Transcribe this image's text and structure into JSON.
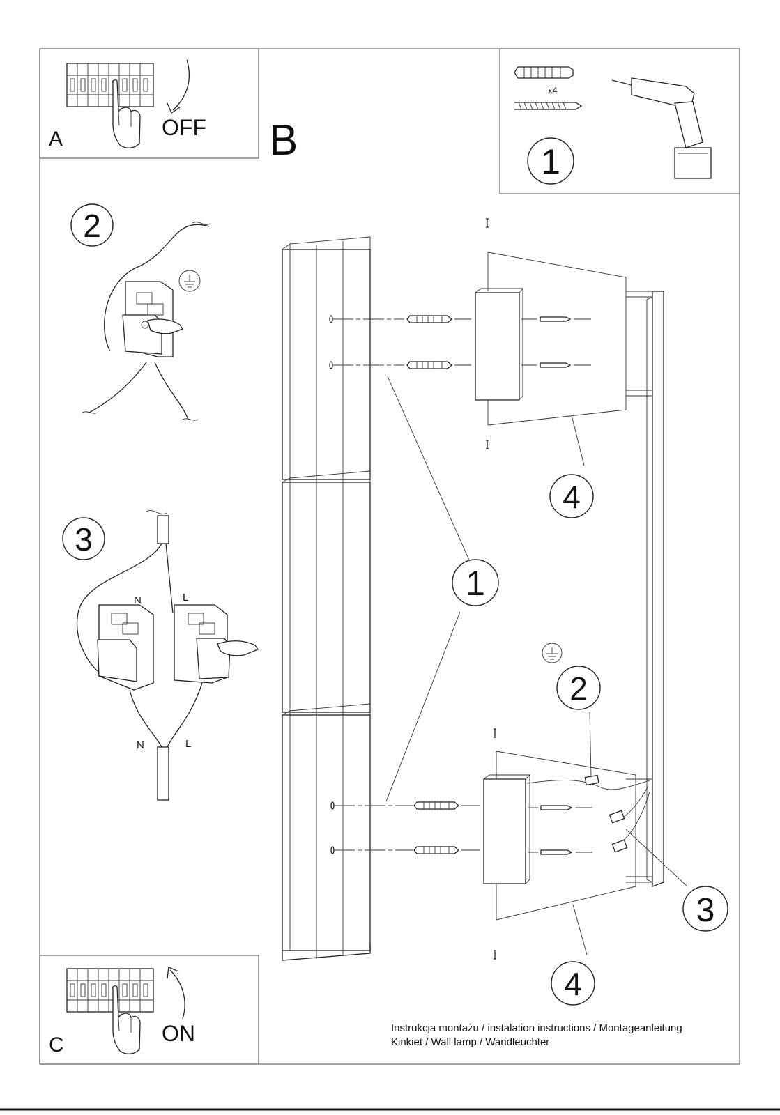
{
  "panels": {
    "a": {
      "letter": "A",
      "action": "OFF"
    },
    "b": {
      "letter": "B"
    },
    "c": {
      "letter": "C",
      "action": "ON"
    }
  },
  "tools": {
    "quantity": "x4",
    "step": "1"
  },
  "wiring": {
    "step2": "2",
    "step3": "3",
    "neutral": "N",
    "live": "L"
  },
  "callouts": {
    "ground_wire": "2",
    "panels": "1",
    "connectors": "3",
    "brackets_top": "4",
    "brackets_bottom": "4"
  },
  "footer": {
    "line1": "Instrukcja montażu / instalation instructions / Montageanleitung",
    "line2": "Kinkiet / Wall lamp / Wandleuchter"
  }
}
